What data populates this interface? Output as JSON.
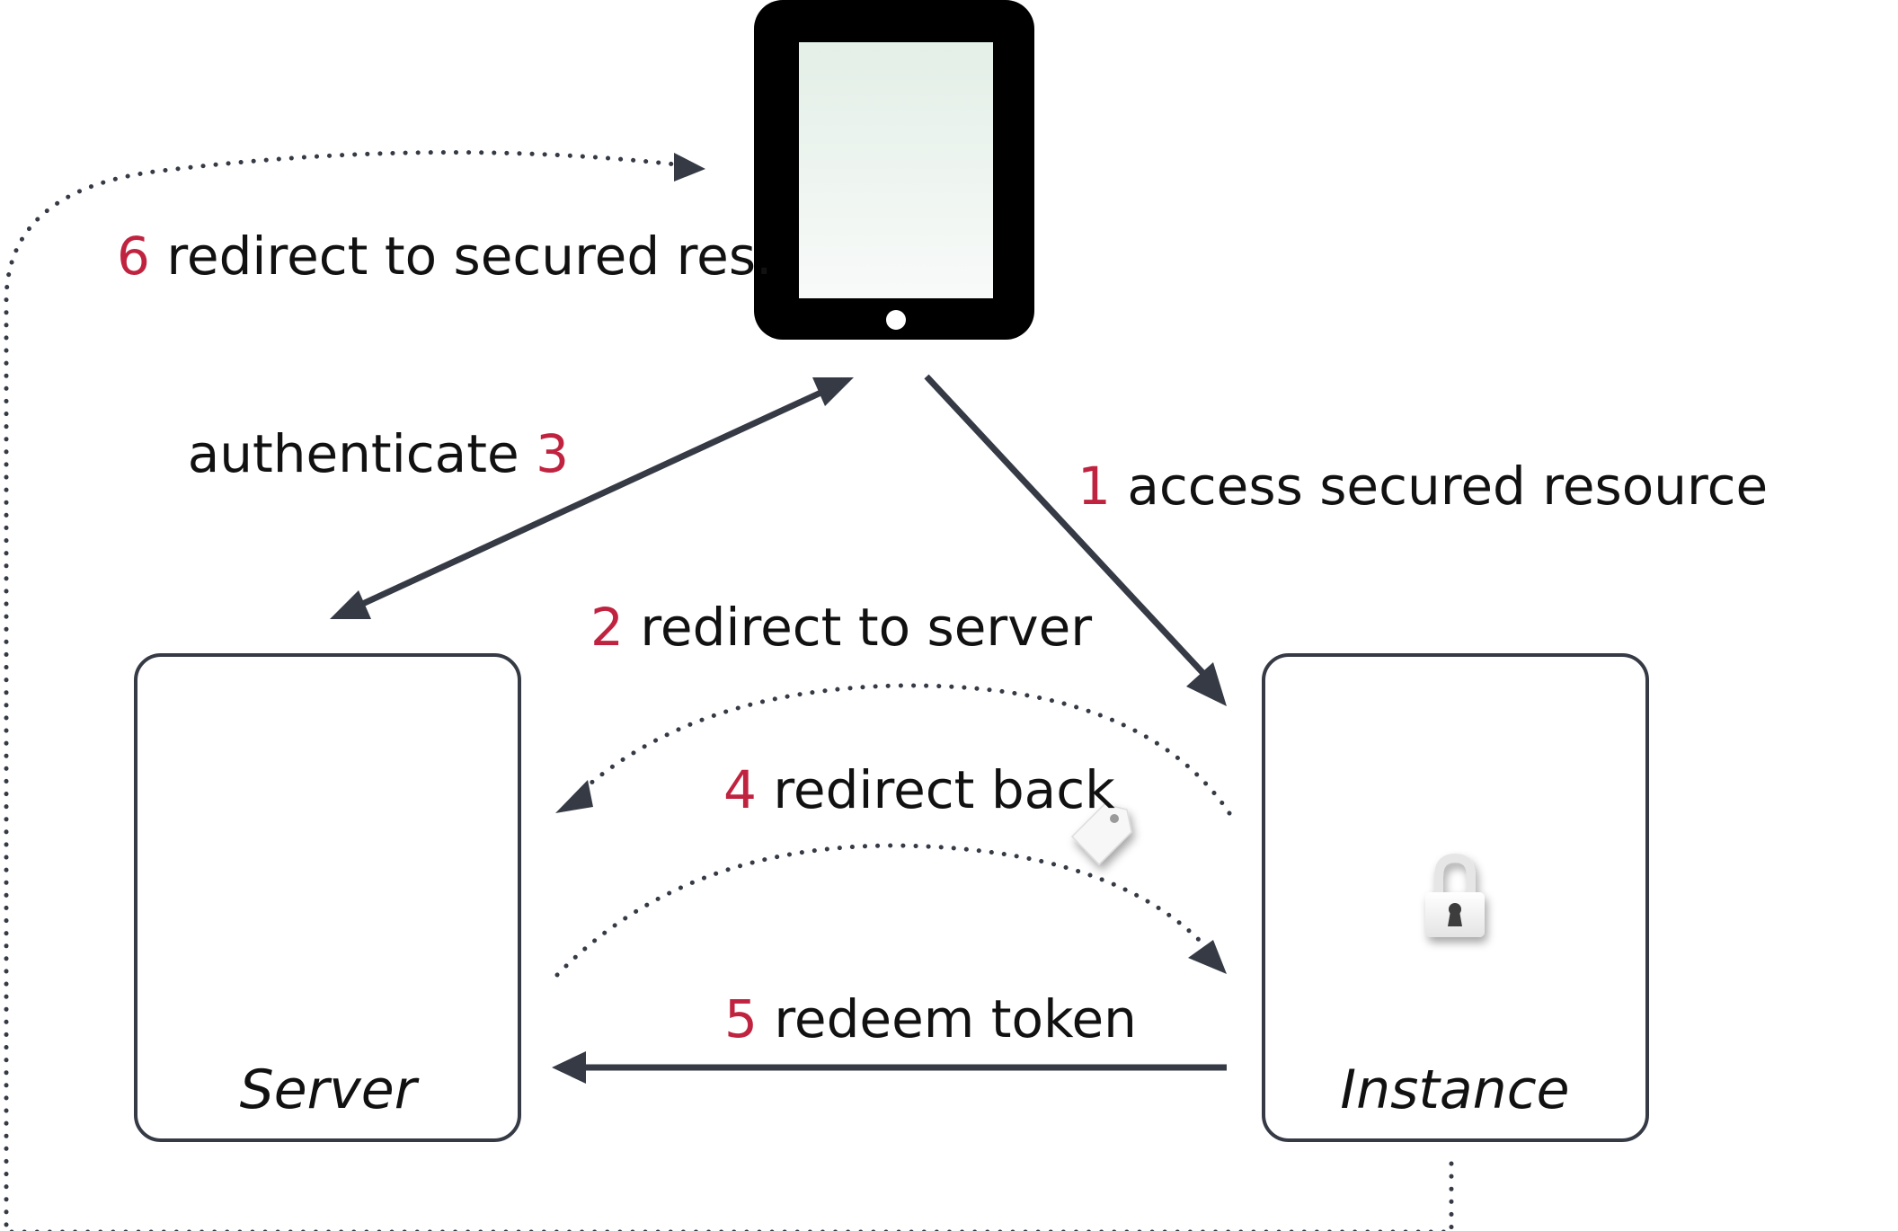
{
  "nodes": {
    "server": {
      "label": "Server"
    },
    "instance": {
      "label": "Instance"
    }
  },
  "steps": [
    {
      "number": "1",
      "text": "access secured resource"
    },
    {
      "number": "2",
      "text": "redirect to server"
    },
    {
      "number": "3",
      "text": "authenticate"
    },
    {
      "number": "4",
      "text": "redirect back"
    },
    {
      "number": "5",
      "text": "redeem token"
    },
    {
      "number": "6",
      "text": "redirect to secured res."
    }
  ],
  "icons": {
    "client": "tablet-icon",
    "token": "tag-icon",
    "security": "lock-icon"
  },
  "colors": {
    "arrow": "#353a45",
    "step_number": "#c0233f",
    "text": "#111111"
  }
}
